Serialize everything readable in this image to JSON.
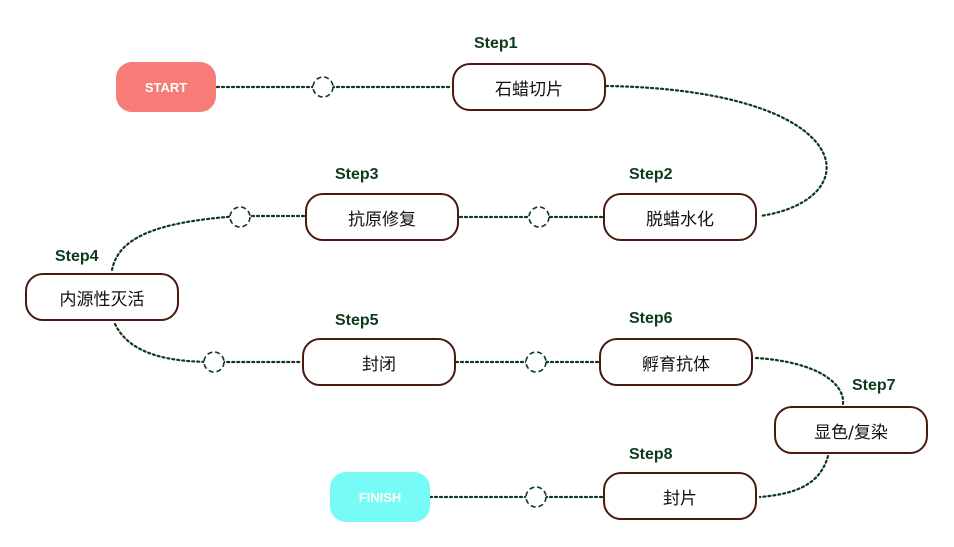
{
  "colors": {
    "start": "#f77b77",
    "finish": "#76fbf6",
    "box_border": "#4a1a12",
    "step_label": "#0e3a1c",
    "connector": "#0b3a1c"
  },
  "start_label": "START",
  "finish_label": "FINISH",
  "steps": [
    {
      "step": "Step1",
      "text": "石蜡切片"
    },
    {
      "step": "Step2",
      "text": "脱蜡水化"
    },
    {
      "step": "Step3",
      "text": "抗原修复"
    },
    {
      "step": "Step4",
      "text": "内源性灭活"
    },
    {
      "step": "Step5",
      "text": "封闭"
    },
    {
      "step": "Step6",
      "text": "孵育抗体"
    },
    {
      "step": "Step7",
      "text": "显色/复染"
    },
    {
      "step": "Step8",
      "text": "封片"
    }
  ]
}
